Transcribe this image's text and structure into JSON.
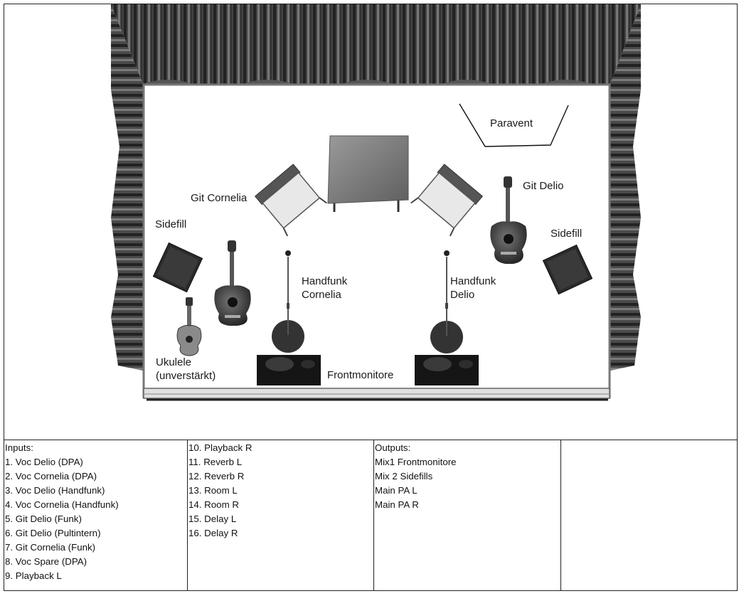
{
  "stage": {
    "labels": {
      "paravent": "Paravent",
      "git_cornelia": "Git Cornelia",
      "git_delio": "Git Delio",
      "sidefill_left": "Sidefill",
      "sidefill_right": "Sidefill",
      "handfunk_cornelia": "Handfunk\nCornelia",
      "handfunk_delio": "Handfunk\nDelio",
      "ukulele": "Ukulele\n(unverstärkt)",
      "frontmonitore": "Frontmonitore"
    }
  },
  "inputs": {
    "header": "Inputs:",
    "col1": [
      "1. Voc Delio (DPA)",
      "2. Voc Cornelia (DPA)",
      "3. Voc Delio (Handfunk)",
      "4. Voc Cornelia (Handfunk)",
      "5. Git Delio (Funk)",
      "6. Git Delio (Pultintern)",
      "7. Git Cornelia (Funk)",
      "8. Voc Spare (DPA)",
      "9. Playback L"
    ],
    "col2": [
      "10. Playback R",
      "11. Reverb L",
      "12. Reverb R",
      "13. Room L",
      "14. Room R",
      "15. Delay L",
      "16. Delay R"
    ]
  },
  "outputs": {
    "header": "Outputs:",
    "items": [
      "Mix1 Frontmonitore",
      "Mix 2 Sidefills",
      "Main PA L",
      "Main PA R"
    ]
  }
}
